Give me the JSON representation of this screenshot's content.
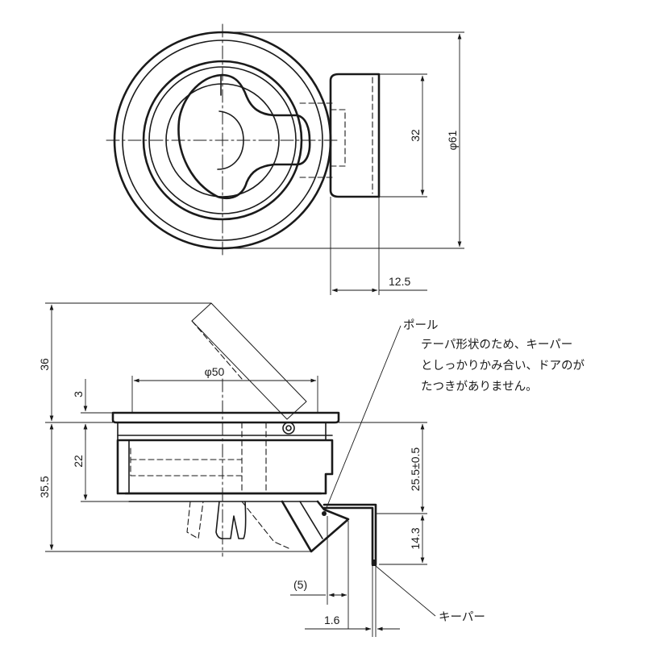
{
  "dimensions": {
    "top_height": "32",
    "top_diameter": "φ61",
    "top_offset": "12.5",
    "side_total_top": "36",
    "side_flange": "3",
    "side_body": "22",
    "side_total_bottom": "35.5",
    "side_diameter": "φ50",
    "side_pole_height": "25.5±0.5",
    "side_keeper_height": "14.3",
    "side_gap": "(5)",
    "side_keeper_thickness": "1.6"
  },
  "labels": {
    "pole": "ポール",
    "note_line1": "テーパ形状のため、キーパー",
    "note_line2": "としっかりかみ合い、ドアのが",
    "note_line3": "たつきがありません。",
    "keeper": "キーパー"
  },
  "colors": {
    "line": "#1a1a1a",
    "background": "#ffffff"
  }
}
